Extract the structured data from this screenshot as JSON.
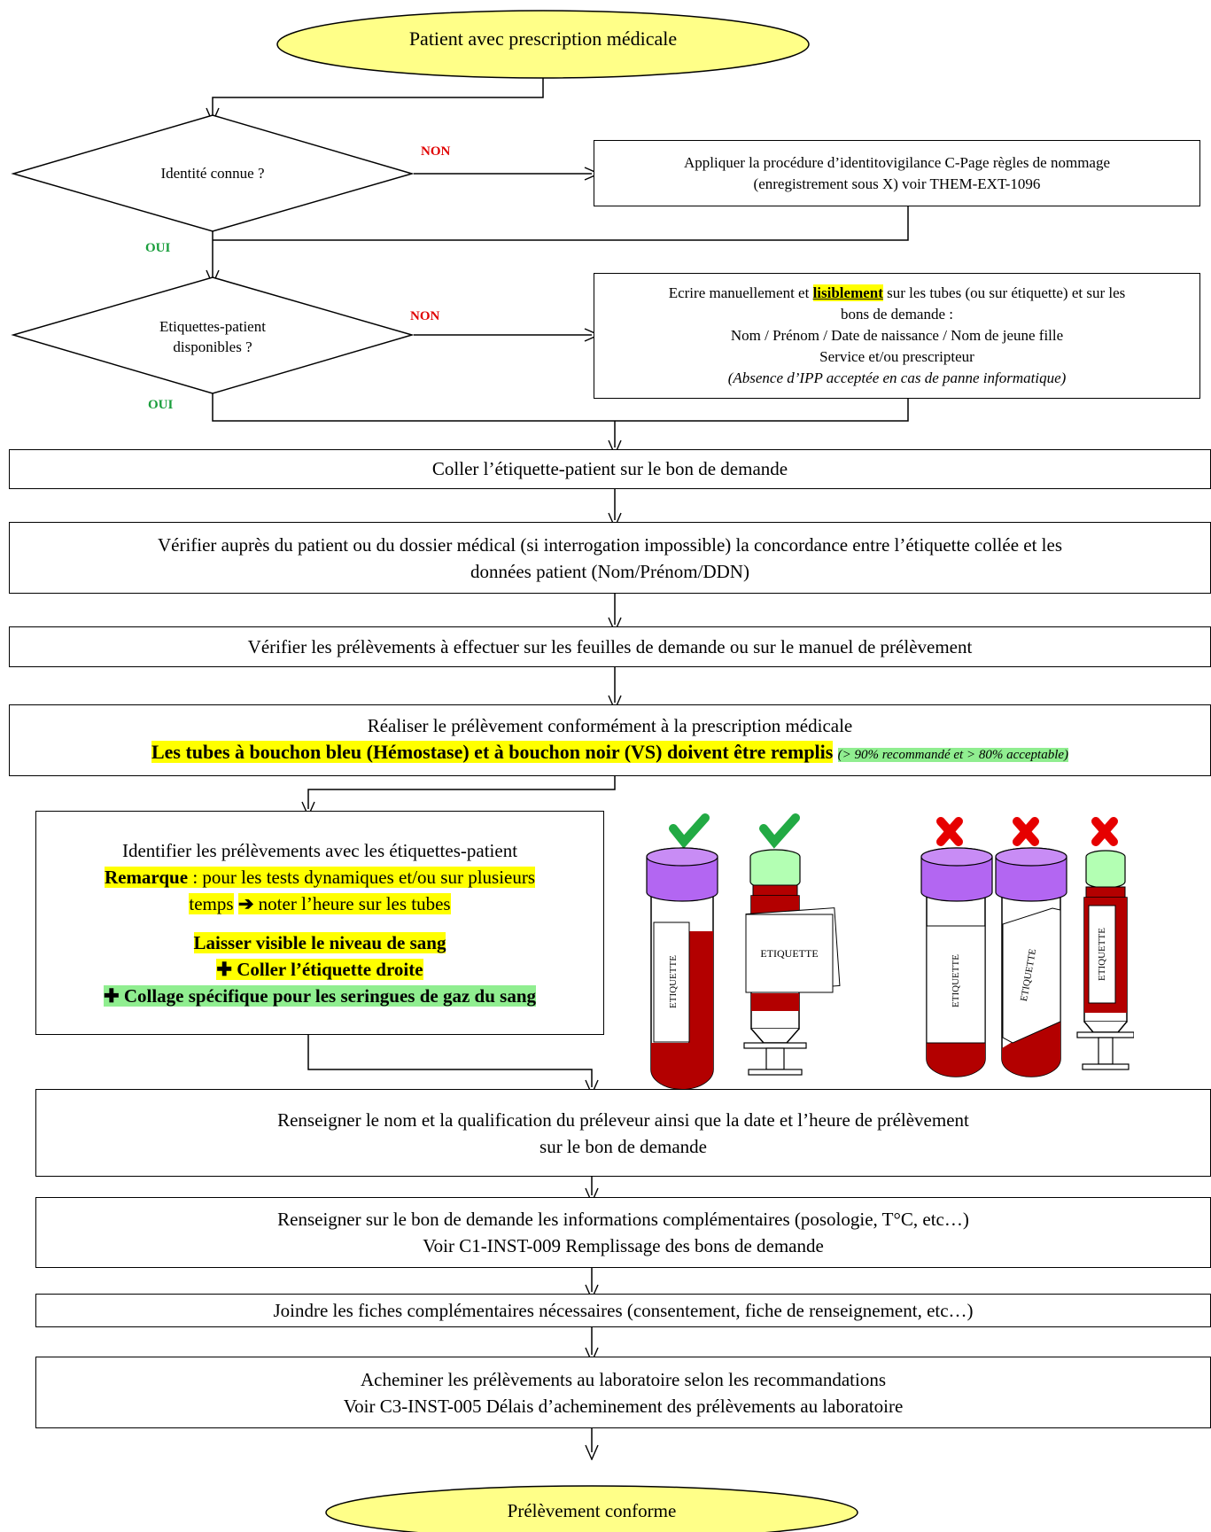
{
  "flow": {
    "start": "Patient avec prescription médicale",
    "end": "Prélèvement conforme",
    "decision1": {
      "question": "Identité connue ?",
      "no": "NON",
      "yes": "OUI",
      "no_action": [
        "Appliquer la procédure d’identitovigilance C-Page règles de nommage",
        "(enregistrement sous X) voir THEM-EXT-1096"
      ]
    },
    "decision2": {
      "question_l1": "Etiquettes-patient",
      "question_l2": "disponibles ?",
      "no": "NON",
      "yes": "OUI",
      "no_action": {
        "l1_pre": "Ecrire manuellement et",
        "l1_em": "lisiblement",
        "l1_post": "sur les tubes (ou sur étiquette) et sur les",
        "l2": "bons de demande :",
        "l3": "Nom / Prénom / Date de naissance / Nom de jeune fille",
        "l4": "Service et/ou prescripteur",
        "l5": "(Absence d’IPP acceptée en cas de panne informatique)"
      }
    },
    "step_coller": "Coller l’étiquette-patient sur le bon de demande",
    "step_verifier1": [
      "Vérifier auprès du patient ou du dossier médical (si interrogation impossible) la concordance entre l’étiquette collée et les",
      "données patient (Nom/Prénom/DDN)"
    ],
    "step_verifier2": "Vérifier les prélèvements à effectuer sur les feuilles de demande ou sur le manuel de prélèvement",
    "step_realiser": {
      "l1": "Réaliser le prélèvement conformément à la prescription médicale",
      "l2": "Les tubes à bouchon bleu (Hémostase) et à bouchon noir (VS) doivent être remplis",
      "l2_note": "(> 90% recommandé et > 80% acceptable)"
    },
    "step_identifier": {
      "l1": "Identifier les prélèvements avec les étiquettes-patient",
      "rem_label": "Remarque",
      "rem_text": " : pour les tests dynamiques et/ou sur plusieurs",
      "rem_l2_pre": "temps",
      "rem_arrow": "➔",
      "rem_l2_post": " noter l’heure sur les tubes",
      "b1": "Laisser visible le niveau de sang",
      "b2": "✚ Coller l’étiquette droite",
      "b3": "✚ Collage spécifique pour les seringues de gaz du sang"
    },
    "step_renseigner1": [
      "Renseigner le nom et la qualification du préleveur ainsi que la date et l’heure de prélèvement",
      "sur le bon de demande"
    ],
    "step_renseigner2": [
      "Renseigner sur le bon de demande les informations complémentaires (posologie, T°C, etc…)",
      "Voir C1-INST-009 Remplissage des bons de demande"
    ],
    "step_joindre": "Joindre les fiches complémentaires nécessaires (consentement, fiche de renseignement, etc…)",
    "step_acheminer": [
      "Acheminer les prélèvements au laboratoire selon les recommandations",
      "Voir C3-INST-005 Délais d’acheminement des prélèvements au laboratoire"
    ]
  },
  "illustration": {
    "label": "ETIQUETTE",
    "colors": {
      "purple_cap": "#b366f2",
      "green_cap": "#b3ffb3",
      "blood": "#b30000",
      "check": "#22aa44",
      "cross": "#e60000"
    }
  }
}
